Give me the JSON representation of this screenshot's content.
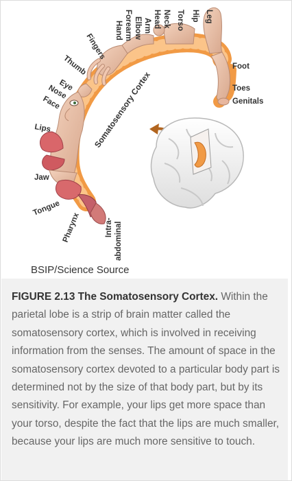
{
  "illustration": {
    "cortex_label": "Somatosensory Cortex",
    "body_parts": [
      "Leg",
      "Hip",
      "Torso",
      "Neck",
      "Head",
      "Arm",
      "Elbow",
      "Forearm",
      "Hand",
      "Fingers",
      "Thumb",
      "Eye",
      "Nose",
      "Face",
      "Lips",
      "Jaw",
      "Tongue",
      "Pharynx",
      "Intra-",
      "abdominal",
      "Foot",
      "Toes",
      "Genitals"
    ]
  },
  "credit": "BSIP/Science Source",
  "caption": {
    "label": "FIGURE 2.13 The Somatosensory Cortex.",
    "text": " Within the parietal lobe is a strip of brain matter called the somatosensory cortex, which is involved in receiving information from the senses. The amount of space in the somatosensory cortex devoted to a particular body part is determined not by the size of that body part, but by its sensitivity. For example, your lips get more space than your torso, despite the fact that the lips are much smaller, because your lips are much more sensitive to touch."
  }
}
